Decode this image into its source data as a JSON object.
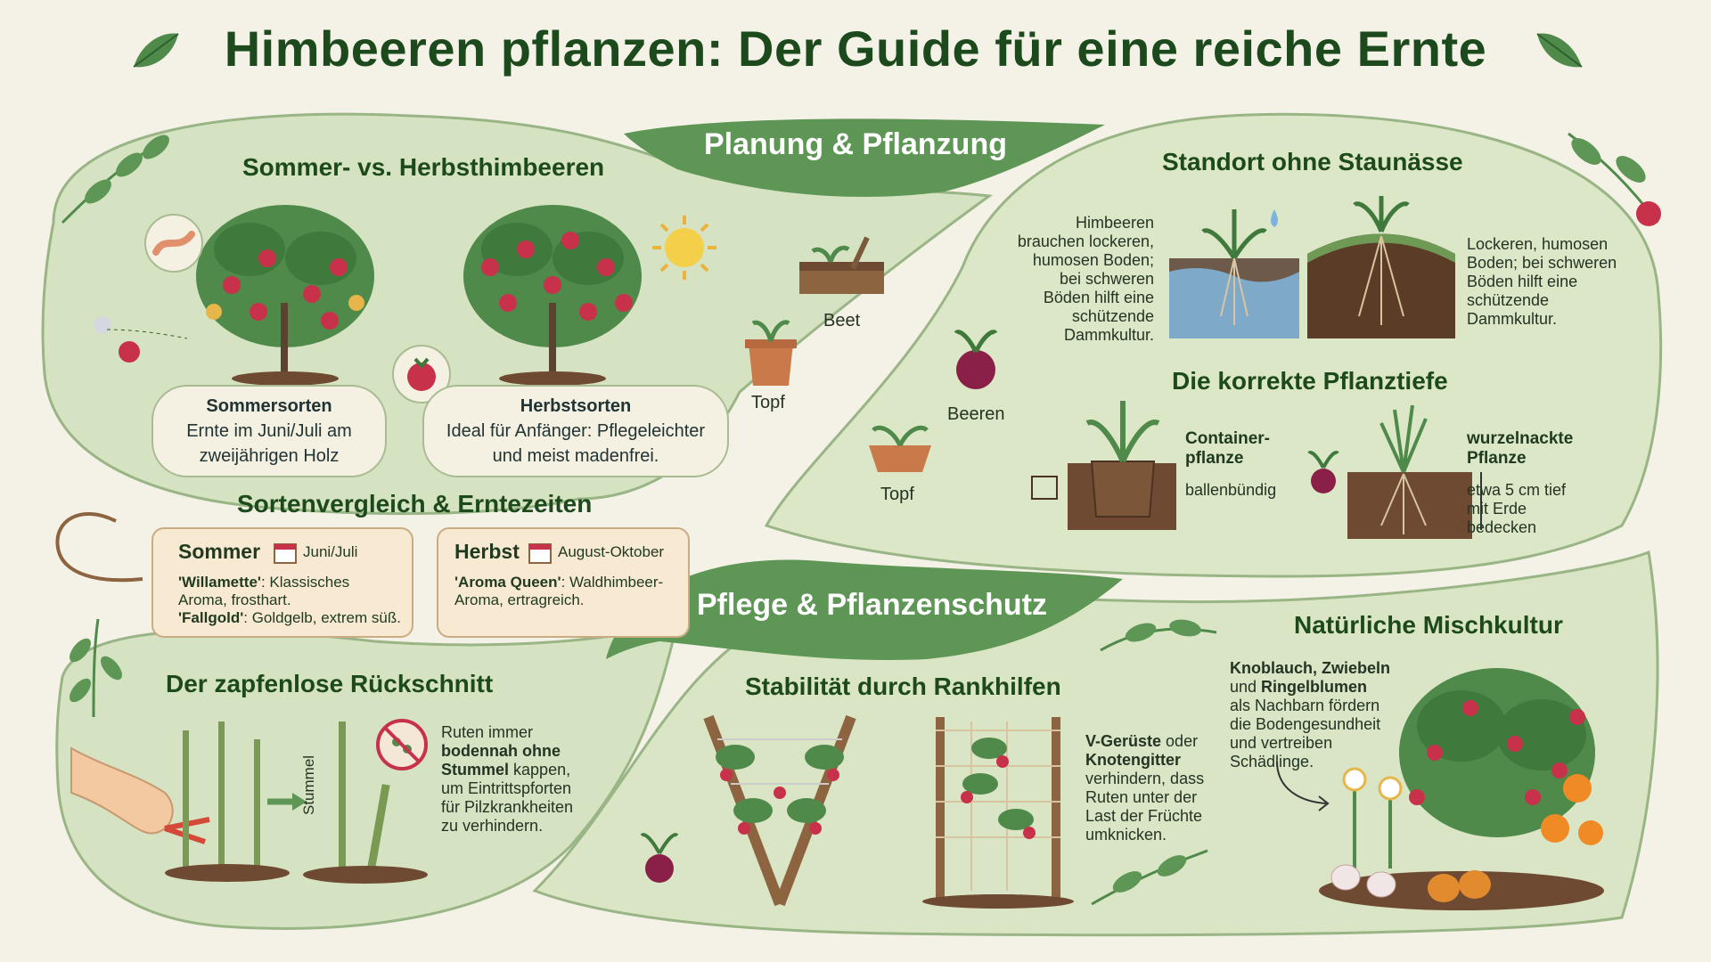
{
  "title": "Himbeeren pflanzen: Der Guide für eine reiche Ernte",
  "sections": {
    "planung": "Planung & Pflanzung",
    "pflege": "Pflege & Pflanzenschutz"
  },
  "sommer_vs_herbst": {
    "heading": "Sommer- vs. Herbsthimbeeren",
    "sommer_title": "Sommersorten",
    "sommer_text": "Ernte im Juni/Juli am zweijährigen Holz",
    "herbst_title": "Herbstsorten",
    "herbst_text": "Ideal für Anfänger: Pflegeleichter und meist madenfrei."
  },
  "locations": {
    "beet": "Beet",
    "topf1": "Topf",
    "beeren": "Beeren",
    "topf2": "Topf"
  },
  "sortenvergleich": {
    "heading": "Sortenvergleich & Erntezeiten",
    "sommer": {
      "title": "Sommer",
      "date": "Juni/Juli",
      "line1_bold": "'Willamette'",
      "line1": ": Klassisches Aroma, frosthart.",
      "line2_bold": "'Fallgold'",
      "line2": ": Goldgelb, extrem süß."
    },
    "herbst": {
      "title": "Herbst",
      "date": "August-Oktober",
      "line1_bold": "'Aroma Queen'",
      "line1": ": Waldhimbeer-Aroma, ertragreich."
    }
  },
  "standort": {
    "heading": "Standort ohne Staunässe",
    "left_text": "Himbeeren brauchen lockeren, humosen Boden; bei schweren Böden hilft eine schützende Dammkultur.",
    "right_text": "Lockeren, humosen Boden; bei schweren Böden hilft eine schützende Dammkultur."
  },
  "pflanztiefe": {
    "heading": "Die korrekte Pflanztiefe",
    "container_title": "Container-pflanze",
    "container_text": "ballenbündig",
    "wurzel_title": "wurzelnackte Pflanze",
    "wurzel_text": "etwa 5 cm tief mit Erde bedecken"
  },
  "rueckschnitt": {
    "heading": "Der zapfenlose Rückschnitt",
    "stummel": "Stummel",
    "text_pre": "Ruten immer ",
    "text_bold": "bodennah ohne Stummel",
    "text_post": " kappen, um Eintrittspforten für Pilzkrankheiten zu verhindern."
  },
  "rankhilfen": {
    "heading": "Stabilität durch Rankhilfen",
    "bold1": "V-Gerüste",
    "mid": " oder ",
    "bold2": "Knotengitter",
    "rest": " verhindern, dass Ruten unter der Last der Früchte umknicken."
  },
  "mischkultur": {
    "heading": "Natürliche Mischkultur",
    "bold1": "Knoblauch, Zwiebeln",
    "mid1": " und ",
    "bold2": "Ringelblumen",
    "rest": " als Nachbarn fördern die Bodengesundheit und vertreiben Schädlinge."
  },
  "colors": {
    "panel_green": "#d6e3c2",
    "ribbon_green": "#5e9655",
    "dark_green": "#1d4a1d",
    "raspberry": "#c8314a",
    "soil": "#6d4a31",
    "tag_bg": "#f7e9d2"
  }
}
